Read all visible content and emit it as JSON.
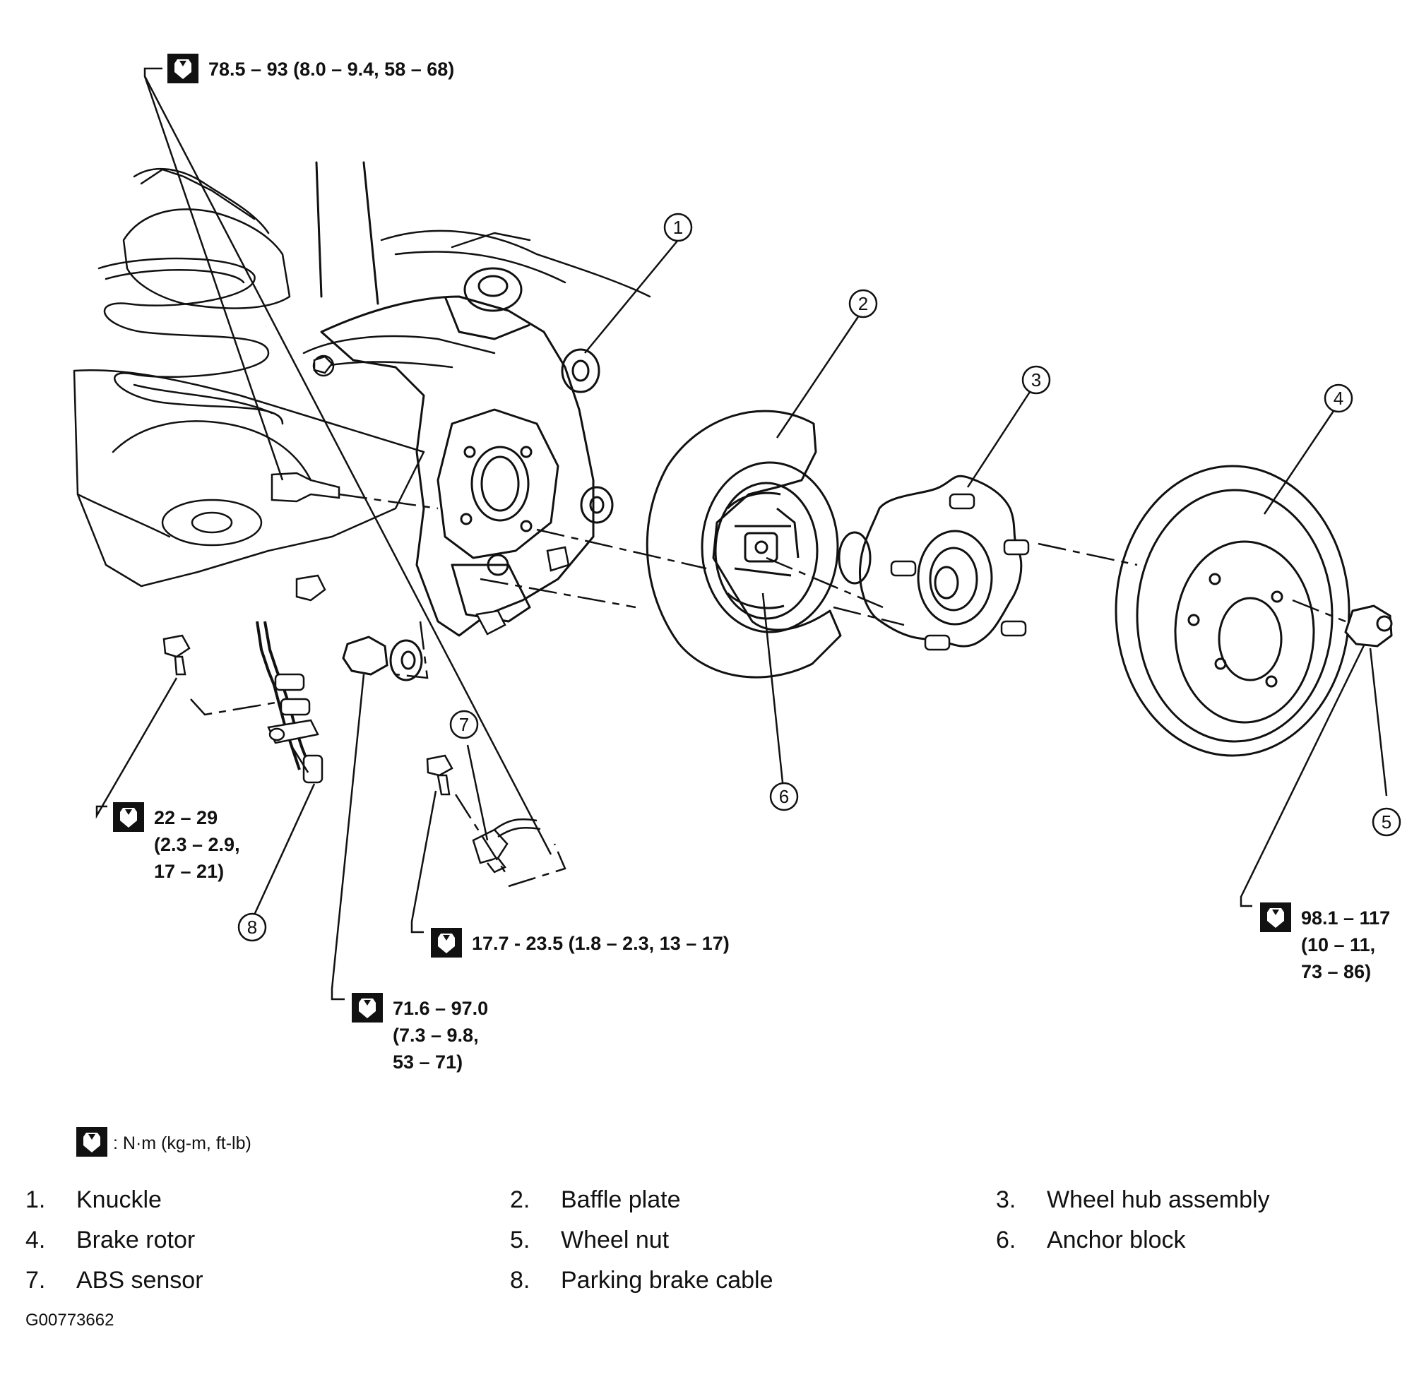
{
  "torque_specs": {
    "top": "78.5 – 93 (8.0 – 9.4, 58 – 68)",
    "cable_bracket": [
      "22 – 29",
      "(2.3 – 2.9,",
      "17 – 21)"
    ],
    "abs_sensor": "17.7 - 23.5 (1.8 – 2.3, 13 – 17)",
    "lower_nut": [
      "71.6 – 97.0",
      "(7.3 – 9.8,",
      "53 – 71)"
    ],
    "wheel_nut": [
      "98.1 – 117",
      "(10 – 11,",
      "73 – 86)"
    ]
  },
  "callouts": [
    "1",
    "2",
    "3",
    "4",
    "5",
    "6",
    "7",
    "8"
  ],
  "unit_legend": ": N·m (kg-m, ft-lb)",
  "parts_list": [
    {
      "num": "1.",
      "name": "Knuckle"
    },
    {
      "num": "2.",
      "name": "Baffle plate"
    },
    {
      "num": "3.",
      "name": "Wheel hub assembly"
    },
    {
      "num": "4.",
      "name": "Brake rotor"
    },
    {
      "num": "5.",
      "name": "Wheel nut"
    },
    {
      "num": "6.",
      "name": "Anchor block"
    },
    {
      "num": "7.",
      "name": "ABS sensor"
    },
    {
      "num": "8.",
      "name": "Parking brake cable"
    }
  ],
  "figure_code": "G00773662"
}
